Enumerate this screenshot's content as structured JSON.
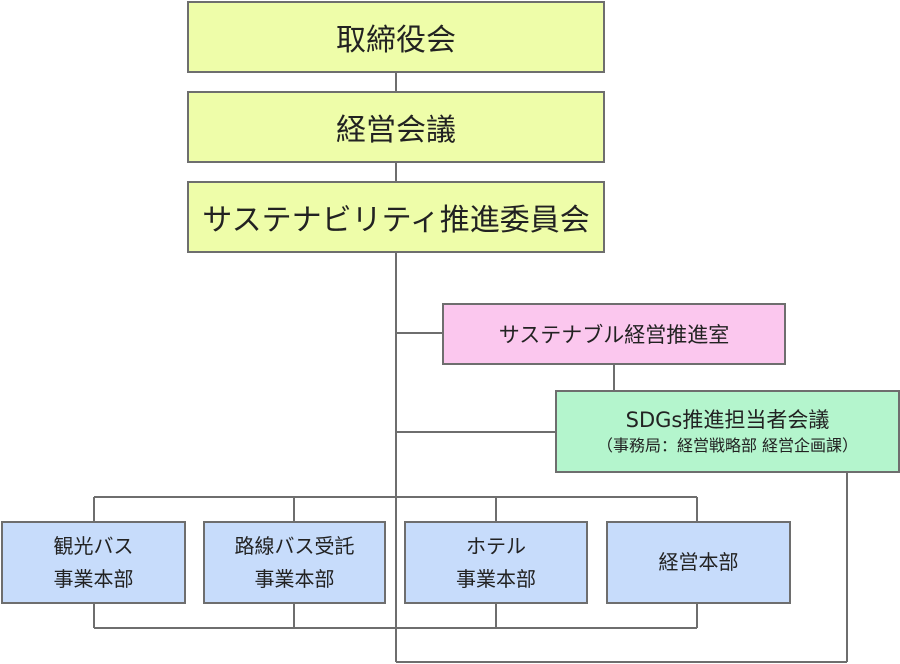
{
  "boxes": {
    "board": "取締役会",
    "management_meeting": "経営会議",
    "sustainability_committee": "サステナビリティ推進委員会",
    "sustainable_office": "サステナブル経営推進室",
    "sdgs_meeting": {
      "title": "SDGs推進担当者会議",
      "secretariat": "（事務局：経営戦略部 経営企画課）"
    },
    "divisions": [
      {
        "line1": "観光バス",
        "line2": "事業本部"
      },
      {
        "line1": "路線バス受託",
        "line2": "事業本部"
      },
      {
        "line1": "ホテル",
        "line2": "事業本部"
      },
      {
        "line1": "経営本部",
        "line2": ""
      }
    ]
  },
  "colors": {
    "top_fill": "#eefda9",
    "pink_fill": "#fbc7ee",
    "green_fill": "#b4f5cd",
    "blue_fill": "#c7dcfb",
    "border": "#6e6e6e",
    "line": "#6e6e6e"
  }
}
